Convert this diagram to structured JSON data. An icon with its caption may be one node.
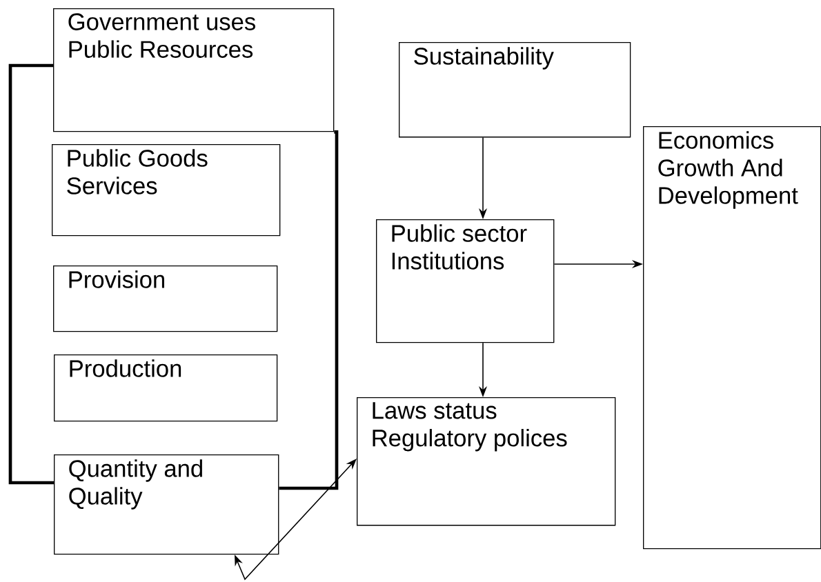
{
  "diagram": {
    "nodes": [
      {
        "text": [
          "Government uses Public Resources"
        ]
      },
      {
        "text": [
          "Public Goods Services"
        ]
      },
      {
        "text": [
          "Provision"
        ]
      },
      {
        "text": [
          "Production"
        ]
      },
      {
        "text": [
          "Quantity and Quality"
        ]
      },
      {
        "text": [
          "Sustainability"
        ]
      },
      {
        "text": [
          "Public sector Institutions"
        ]
      },
      {
        "text": [
          "Laws status Regulatory polices"
        ]
      },
      {
        "text": [
          "Economics Growth And Development"
        ]
      }
    ],
    "edges": [
      {
        "from": 5,
        "to": 6,
        "arrow": "to"
      },
      {
        "from": 6,
        "to": 8,
        "arrow": "to"
      },
      {
        "from": 6,
        "to": 7,
        "arrow": "to"
      },
      {
        "from": 7,
        "to": 4,
        "arrow": "both"
      },
      {
        "from": 0,
        "to": 4,
        "arrow": "none",
        "style": "thick"
      },
      {
        "from": 0,
        "to": 4,
        "arrow": "none",
        "style": "thick"
      }
    ]
  }
}
